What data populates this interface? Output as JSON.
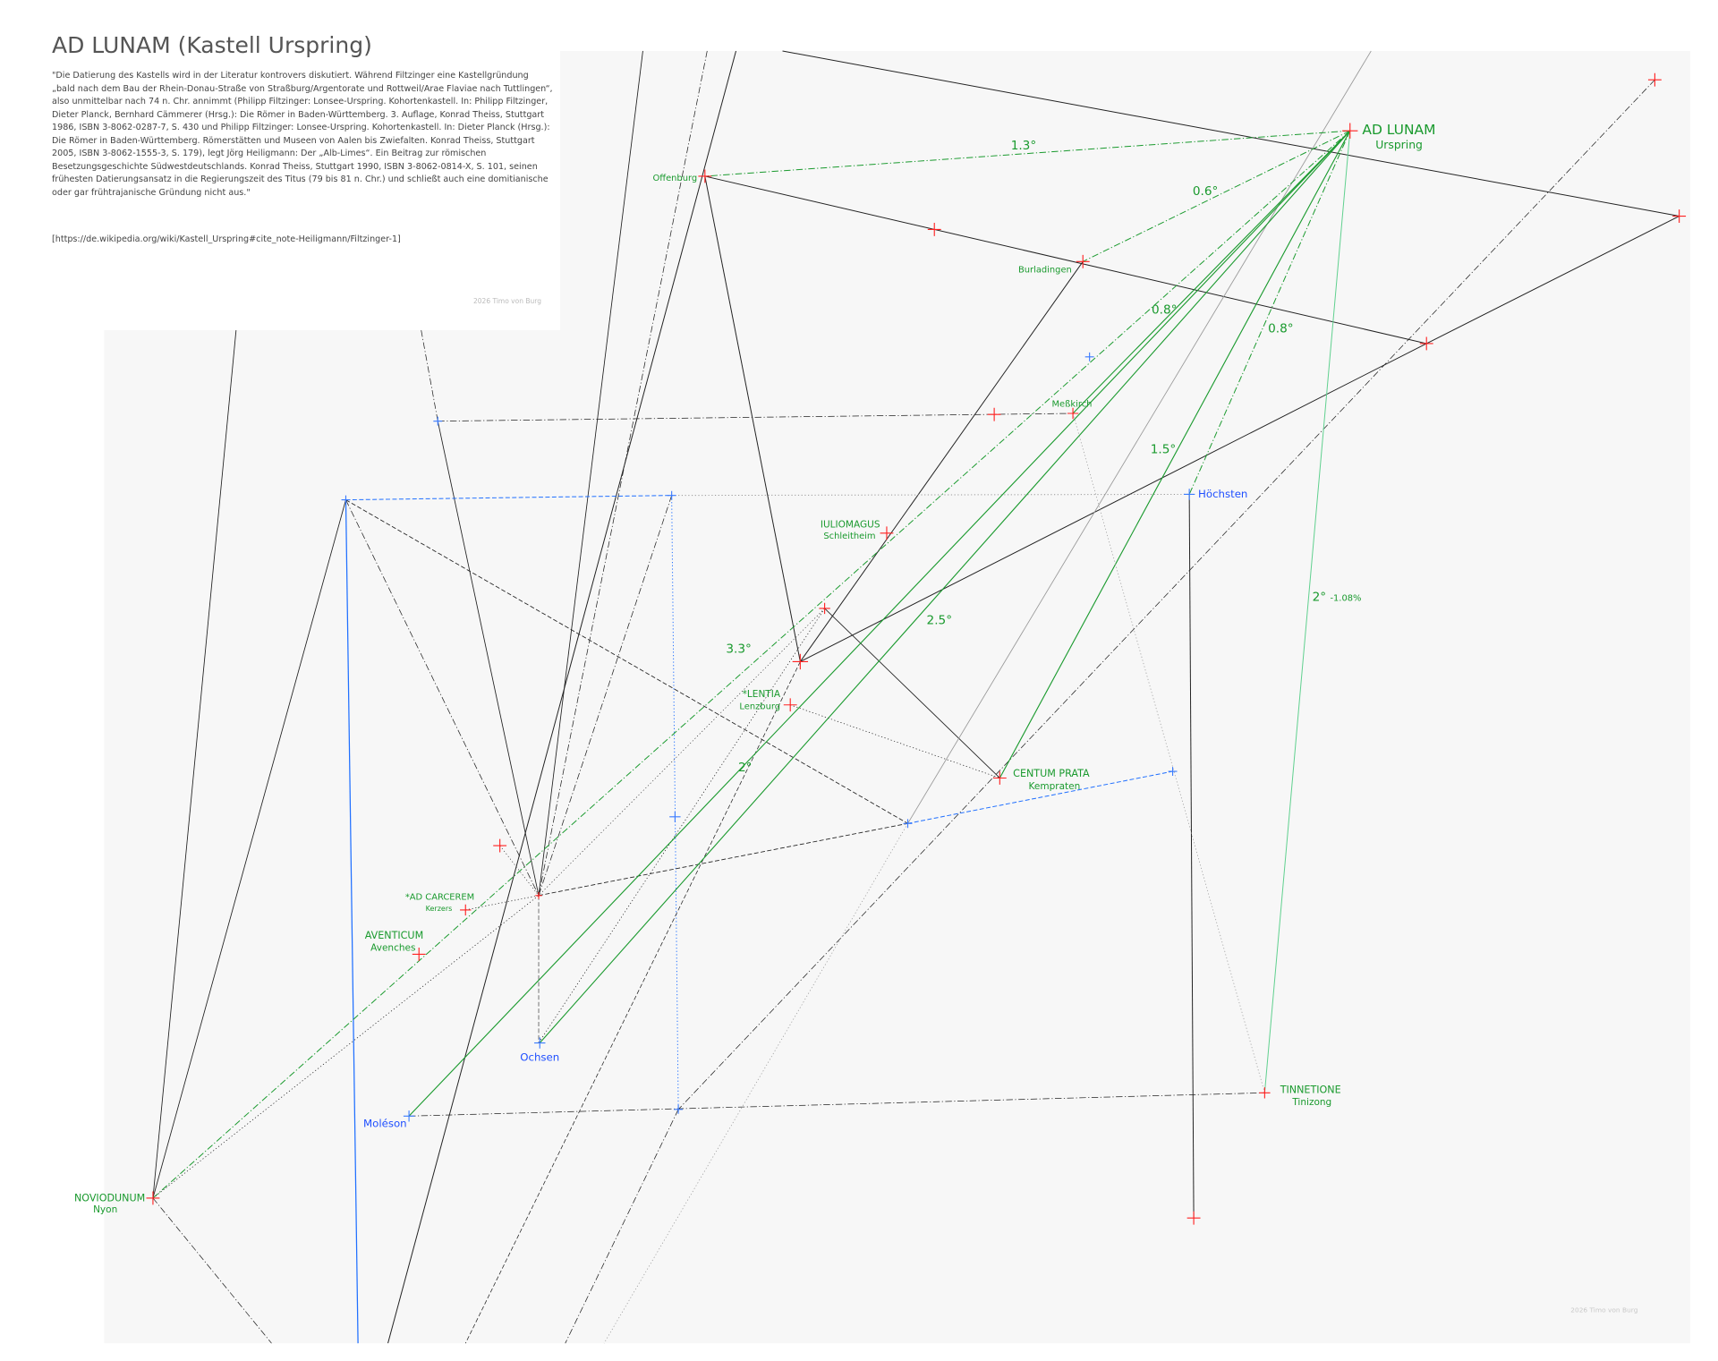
{
  "title": "AD LUNAM (Kastell Urspring)",
  "quote": "\"Die Datierung des Kastells wird in der Literatur kontrovers diskutiert. Während Filtzinger eine Kastellgründung „bald nach dem Bau der Rhein-Donau-Straße von Straßburg/Argentorate und Rottweil/Arae Flaviae nach Tuttlingen“, also unmittelbar nach 74 n. Chr. annimmt (Philipp Filtzinger: Lonsee-Urspring. Kohortenkastell. In: Philipp Filtzinger, Dieter Planck, Bernhard Cämmerer (Hrsg.): Die Römer in Baden-Württemberg. 3. Auflage, Konrad Theiss, Stuttgart 1986, ISBN 3-8062-0287-7, S. 430 und Philipp Filtzinger: Lonsee-Urspring. Kohortenkastell. In: Dieter Planck (Hrsg.): Die Römer in Baden-Württemberg. Römerstätten und Museen von Aalen bis Zwiefalten. Konrad Theiss, Stuttgart 2005, ISBN 3-8062-1555-3, S. 179), legt Jörg Heiligmann: Der „Alb-Limes“. Ein Beitrag zur römischen Besetzungsgeschichte Südwestdeutschlands. Konrad Theiss, Stuttgart 1990, ISBN 3-8062-0814-X, S. 101, seinen frühesten Datierungsansatz in die Regierungszeit des Titus (79 bis 81 n. Chr.) und schließt auch eine domitianische oder gar frühtrajanische Gründung nicht aus.\"",
  "source": "[https://de.wikipedia.org/wiki/Kastell_Urspring#cite_note-Heiligmann/Filtzinger-1]",
  "watermark": "2026 Timo von Burg",
  "colors": {
    "roman": "#1a9a2e",
    "peak": "#1f4fff",
    "marker": "#ff2020",
    "canvas": "#f7f7f7"
  },
  "places": {
    "ad_lunam": {
      "name": "AD LUNAM",
      "modern": "Urspring"
    },
    "offenburg": {
      "name": "Offenburg"
    },
    "burladingen": {
      "name": "Burladingen"
    },
    "messkirch": {
      "name": "Meßkirch"
    },
    "hoechsten": {
      "name": "Höchsten"
    },
    "iuliomagus": {
      "name": "IULIOMAGUS",
      "modern": "Schleitheim"
    },
    "lentia": {
      "name": "*LENTIA",
      "modern": "Lenzburg"
    },
    "centum_prata": {
      "name": "CENTUM PRATA",
      "modern": "Kempraten"
    },
    "ad_carcerem": {
      "name": "*AD CARCEREM",
      "modern": "Kerzers"
    },
    "aventicum": {
      "name": "AVENTICUM",
      "modern": "Avenches"
    },
    "ochsen": {
      "name": "Ochsen"
    },
    "moleson": {
      "name": "Moléson"
    },
    "tinnetione": {
      "name": "TINNETIONE",
      "modern": "Tinizong"
    },
    "noviodunum": {
      "name": "NOVIODUNUM",
      "modern": "Nyon"
    }
  },
  "angles": [
    "1.3°",
    "0.6°",
    "0.8°",
    "0.8°",
    "1.5°",
    "2.5°",
    "3.3°",
    "2°",
    "2°"
  ],
  "grade": "-1.08%"
}
